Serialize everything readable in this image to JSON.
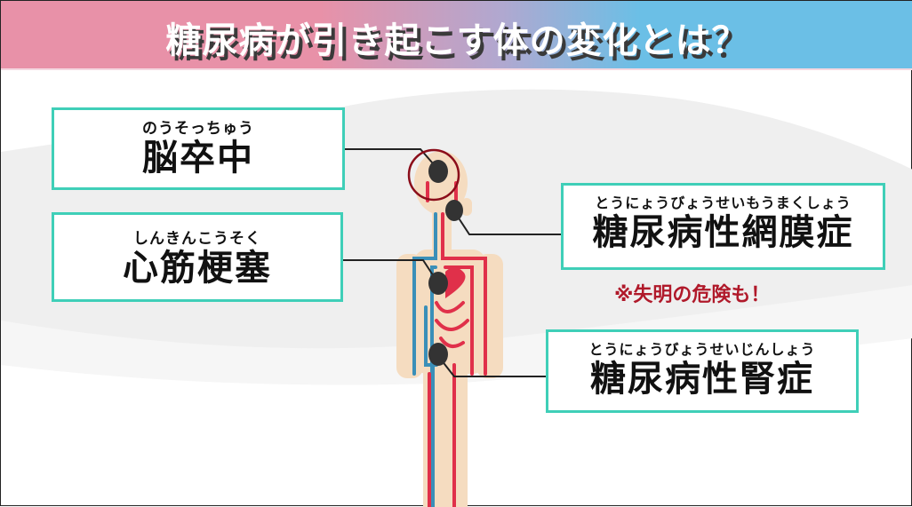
{
  "header": {
    "title": "糖尿病が引き起こす体の変化とは？"
  },
  "colors": {
    "accent": "#3fcfb8",
    "warning": "#b0192a",
    "artery": "#e0304a",
    "vein": "#3a8fb8",
    "skin": "#f5dcc0"
  },
  "callouts": [
    {
      "ruby": "のうそっちゅう",
      "label": "脳卒中"
    },
    {
      "ruby": "しんきんこうそく",
      "label": "心筋梗塞"
    },
    {
      "ruby": "とうにょうびょうせいもうまくしょう",
      "label": "糖尿病性網膜症"
    },
    {
      "ruby": "とうにょうびょうせいじんしょう",
      "label": "糖尿病性腎症"
    }
  ],
  "note": "※失明の危険も！"
}
